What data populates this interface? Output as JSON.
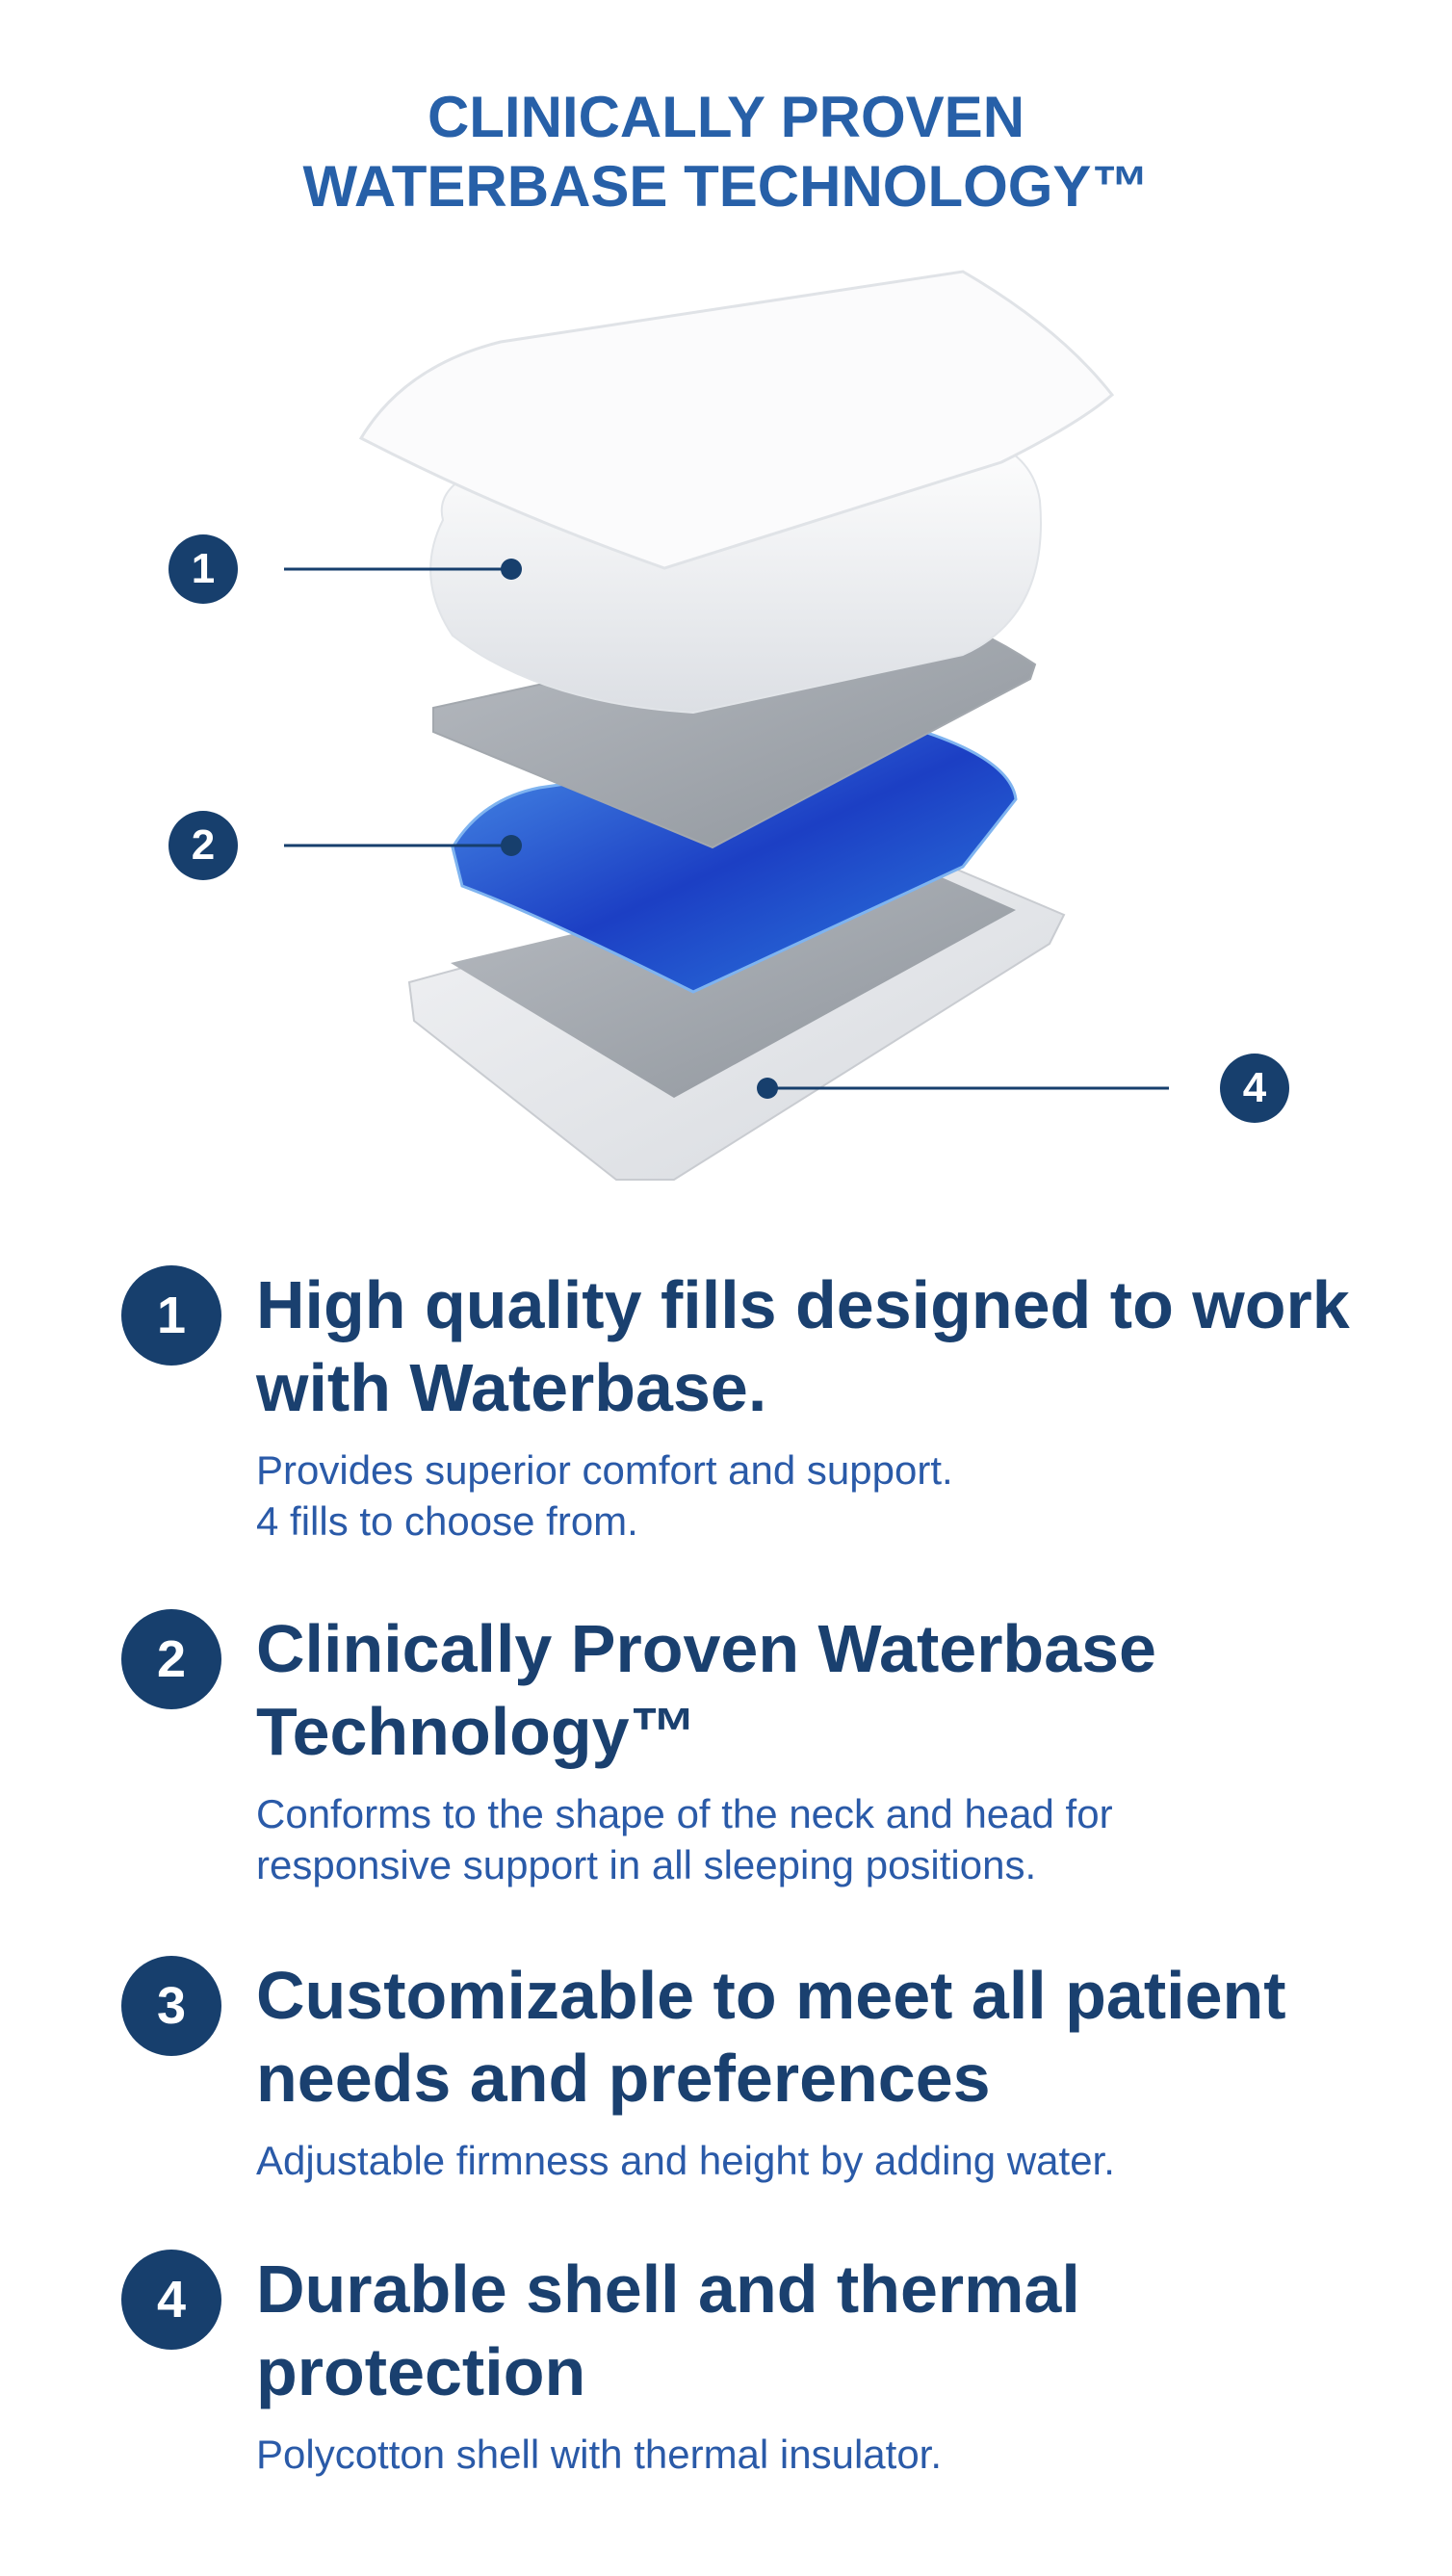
{
  "title": {
    "line1": "CLINICALLY PROVEN",
    "line2": "WATERBASE TECHNOLOGY™"
  },
  "callouts": [
    "1",
    "2",
    "4"
  ],
  "features": [
    {
      "number": "1",
      "heading": "High quality fills designed to work with Waterbase.",
      "sub_lines": [
        "Provides superior comfort and support.",
        "4 fills to choose from."
      ]
    },
    {
      "number": "2",
      "heading": "Clinically Proven Waterbase Technology™",
      "sub_lines": [
        "Conforms to the shape of the neck and head for",
        "responsive support in all sleeping positions."
      ]
    },
    {
      "number": "3",
      "heading": "Customizable to meet all patient needs and preferences",
      "sub_lines": [
        "Adjustable firmness and height by adding water."
      ]
    },
    {
      "number": "4",
      "heading": "Durable shell and thermal protection",
      "sub_lines": [
        "Polycotton shell with thermal insulator."
      ]
    }
  ],
  "colors": {
    "navy": "#173f6d",
    "title_blue": "#2760a8",
    "text_blue": "#2a5aa8",
    "water_blue": "#1f5fd0"
  }
}
